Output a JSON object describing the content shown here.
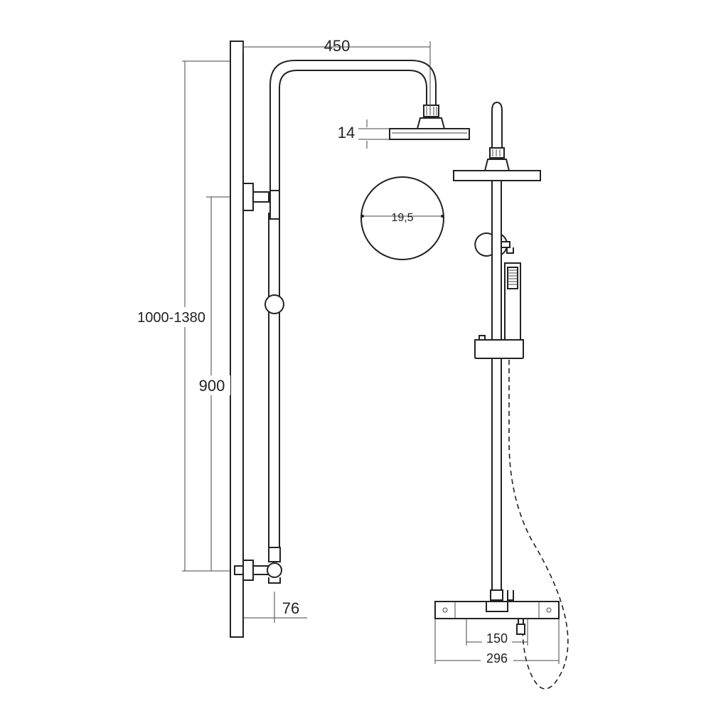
{
  "dimensions": {
    "arm_length": "450",
    "head_thickness": "14",
    "head_diameter": "19,5",
    "height_range": "1000-1380",
    "bar_length": "900",
    "wall_offset": "76",
    "inlet_spacing": "150",
    "mixer_width": "296"
  },
  "colors": {
    "line": "#222222",
    "background": "#ffffff"
  }
}
